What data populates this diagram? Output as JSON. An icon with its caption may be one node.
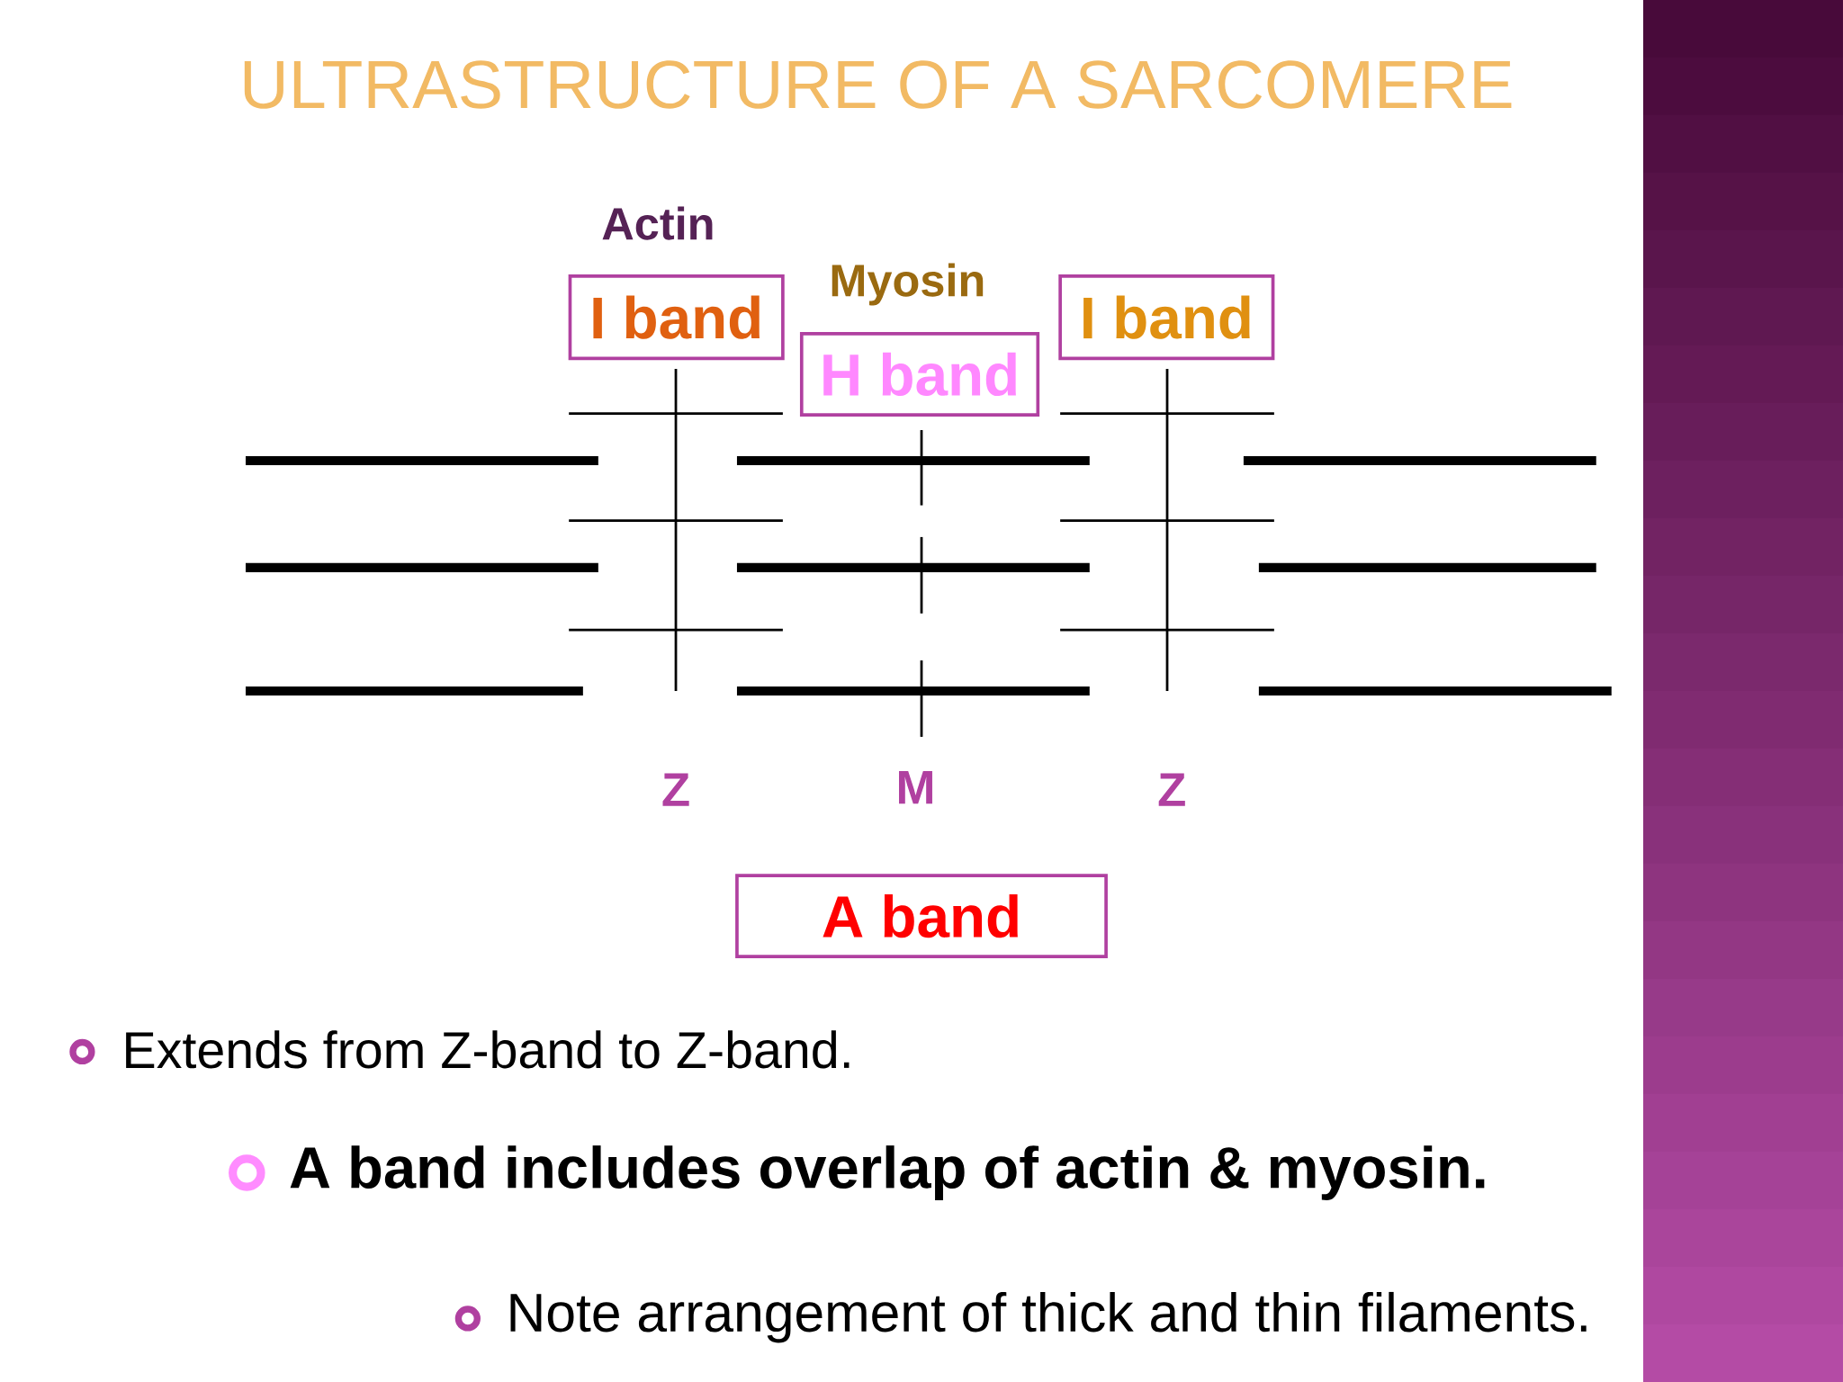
{
  "diagram": {
    "title": "ULTRASTRUCTURE OF A SARCOMERE",
    "nodes": [
      {
        "text": [
          "I band"
        ]
      },
      {
        "text": [
          "H band"
        ]
      },
      {
        "text": [
          "I band"
        ]
      },
      {
        "text": [
          "A band"
        ]
      }
    ],
    "labels": [
      "Actin",
      "Myosin",
      "Z",
      "M",
      "Z",
      "Extends from Z-band to Z-band.",
      "A band includes overlap of actin & myosin.",
      "Note arrangement of thick and thin filaments."
    ]
  }
}
